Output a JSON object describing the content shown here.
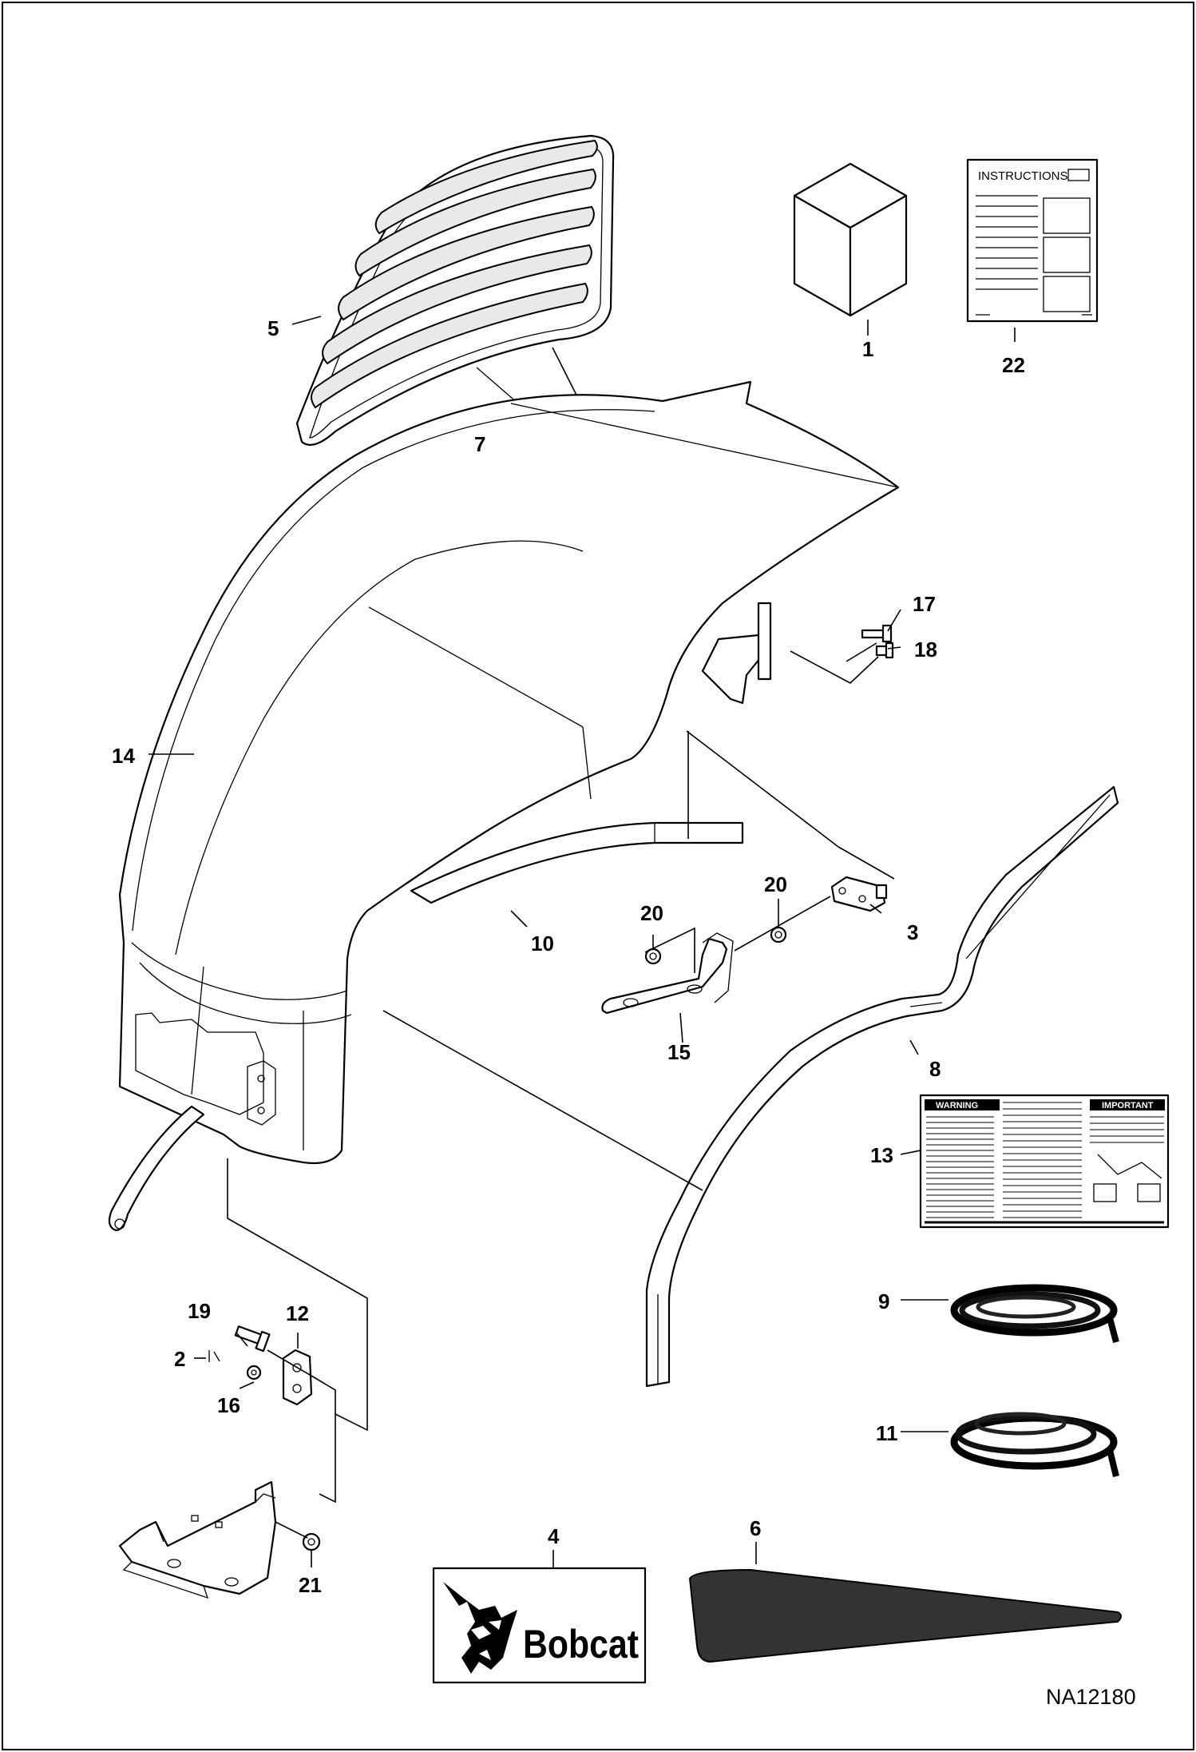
{
  "drawing_id": "NA12180",
  "callouts": {
    "p1": "1",
    "p2": "2",
    "p3": "3",
    "p4": "4",
    "p5": "5",
    "p6": "6",
    "p7": "7",
    "p8": "8",
    "p9": "9",
    "p10": "10",
    "p11": "11",
    "p12": "12",
    "p13": "13",
    "p14": "14",
    "p15": "15",
    "p16": "16",
    "p17": "17",
    "p18": "18",
    "p19": "19",
    "p20a": "20",
    "p20b": "20",
    "p21": "21",
    "p22": "22"
  },
  "instructions_sheet": {
    "title": "INSTRUCTIONS"
  },
  "decal_brand": {
    "text": "Bobcat"
  },
  "warning_decal": {
    "warning_title": "WARNING",
    "important_title": "IMPORTANT"
  },
  "colors": {
    "line": "#000000",
    "background": "#ffffff",
    "decal_fill": "#333333"
  }
}
